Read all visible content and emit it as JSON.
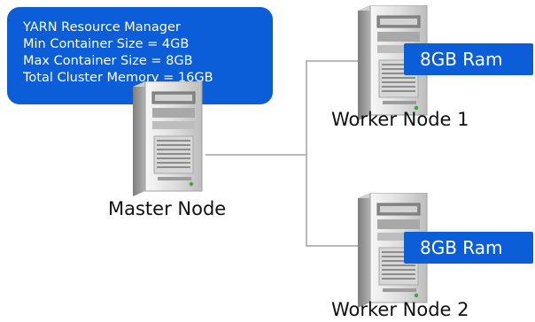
{
  "callout": {
    "lines": [
      "YARN Resource Manager",
      "Min Container Size = 4GB",
      "Max Container Size = 8GB",
      "Total Cluster Memory = 16GB"
    ]
  },
  "master": {
    "label": "Master Node"
  },
  "workers": [
    {
      "label": "Worker Node 1",
      "ram": "8GB Ram"
    },
    {
      "label": "Worker Node 2",
      "ram": "8GB Ram"
    }
  ],
  "colors": {
    "accent": "#0b5ed7",
    "connector": "#b9b9b9"
  }
}
